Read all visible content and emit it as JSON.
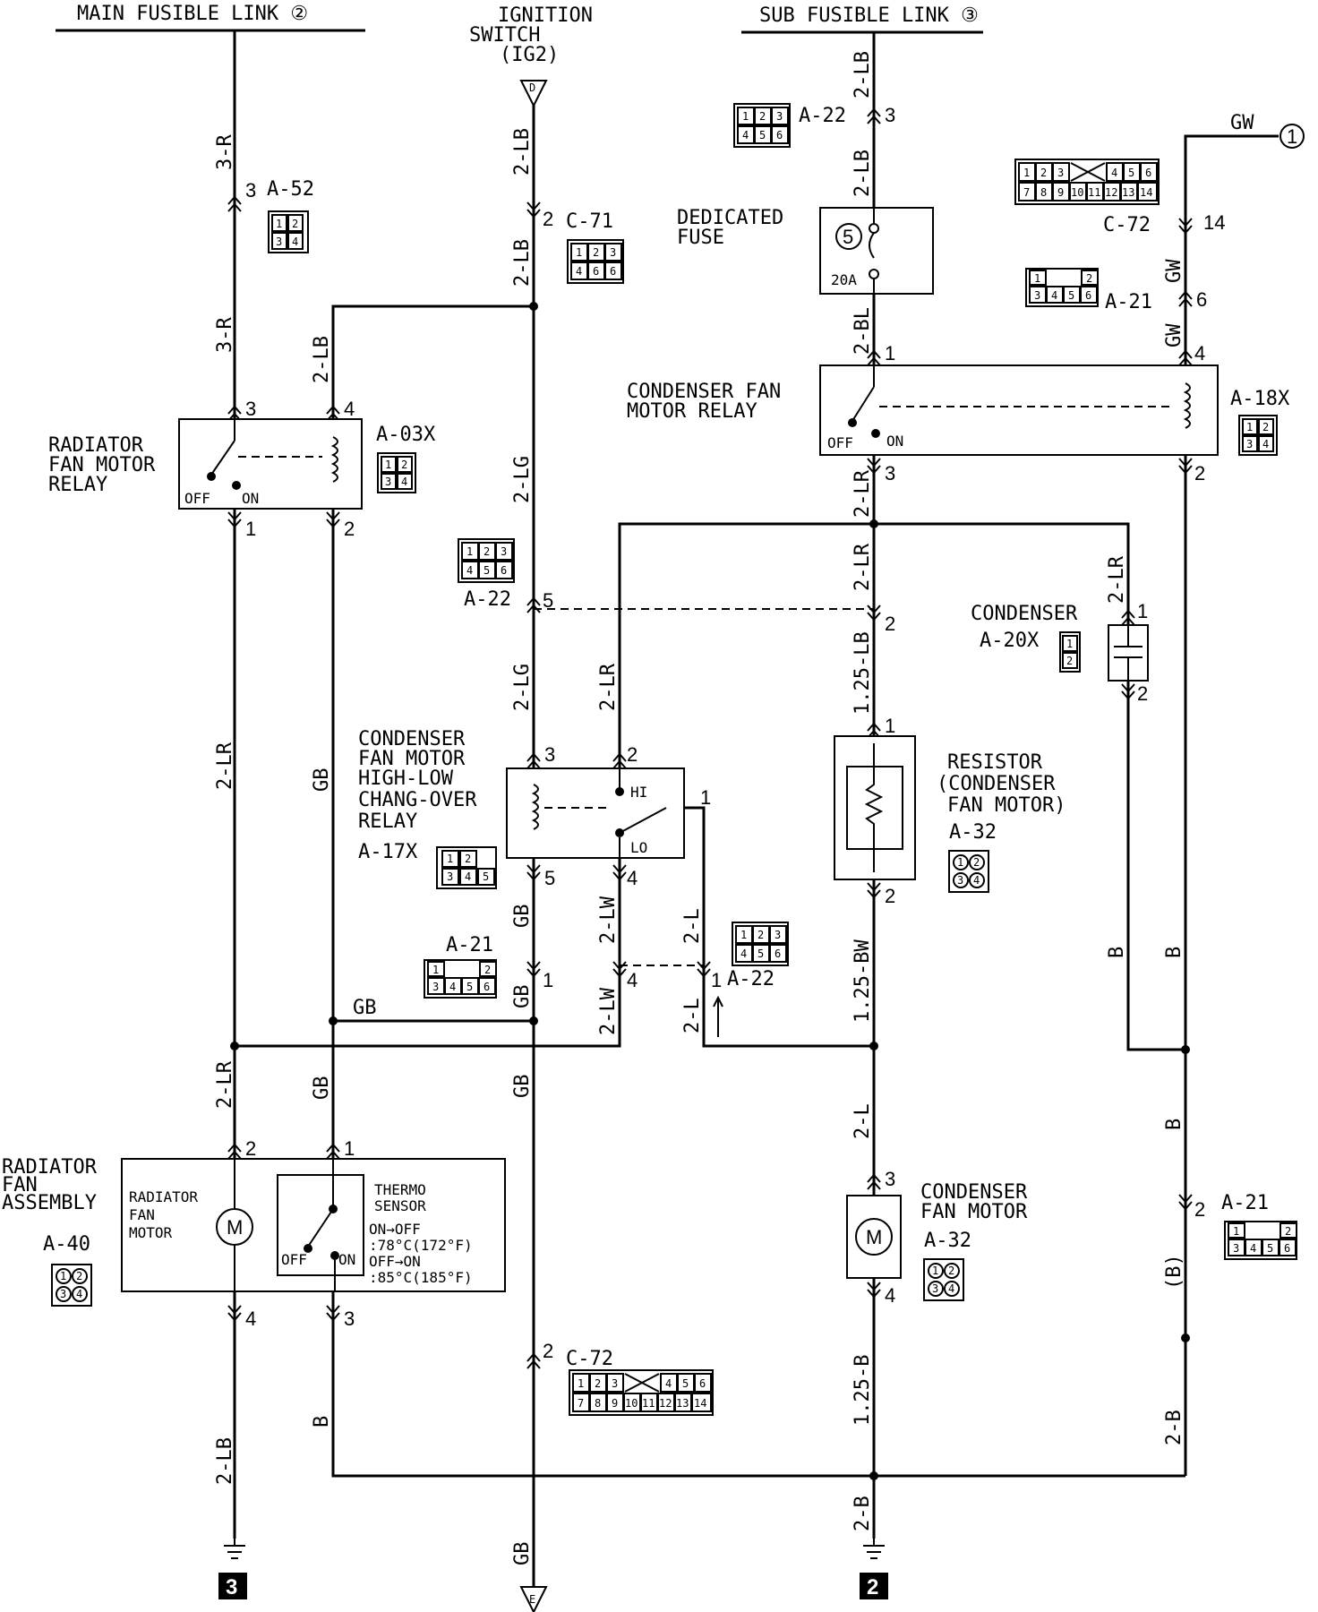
{
  "headers": {
    "main_fusible": "MAIN FUSIBLE LINK ②",
    "ignition_1": "IGNITION",
    "ignition_2": "SWITCH",
    "ignition_3": "(IG2)",
    "sub_fusible": "SUB FUSIBLE LINK ③"
  },
  "terminals": {
    "top": "D",
    "bottom": "E",
    "gw_ref": "1",
    "gw_wire": "GW"
  },
  "grounds": {
    "left": "3",
    "right": "2"
  },
  "components": {
    "radiator_relay": [
      "RADIATOR",
      "FAN MOTOR",
      "RELAY"
    ],
    "radiator_relay_conn": "A-03X",
    "condenser_relay": [
      "CONDENSER FAN",
      "MOTOR RELAY"
    ],
    "condenser_relay_conn": "A-18X",
    "dedicated_fuse": [
      "DEDICATED",
      "FUSE"
    ],
    "fuse_number": "5",
    "fuse_rating": "20A",
    "hilo_relay": [
      "CONDENSER",
      "FAN MOTOR",
      "HIGH-LOW",
      "CHANG-OVER",
      "RELAY"
    ],
    "hilo_relay_conn": "A-17X",
    "resistor": [
      "RESISTOR",
      "(CONDENSER",
      "FAN MOTOR)"
    ],
    "resistor_conn": "A-32",
    "condenser": "CONDENSER",
    "condenser_conn": "A-20X",
    "condenser_motor": [
      "CONDENSER",
      "FAN MOTOR"
    ],
    "condenser_motor_conn": "A-32",
    "radiator_assembly": [
      "RADIATOR",
      "FAN",
      "ASSEMBLY"
    ],
    "radiator_assembly_conn": "A-40",
    "radiator_motor": [
      "RADIATOR",
      "FAN",
      "MOTOR"
    ],
    "thermo": [
      "THERMO",
      "SENSOR"
    ],
    "thermo_spec": [
      "ON→OFF",
      ":78°C(172°F)",
      "OFF→ON",
      ":85°C(185°F)"
    ],
    "motor_symbol": "M",
    "off": "OFF",
    "on": "ON",
    "hi": "HI",
    "lo": "LO"
  },
  "connectors": {
    "a52": "A-52",
    "c71": "C-71",
    "a22": "A-22",
    "c72": "C-72",
    "a21": "A-21"
  },
  "wires": {
    "r3": "3-R",
    "lb2": "2-LB",
    "lg2": "2-LG",
    "lr2": "2-LR",
    "gb": "GB",
    "bl2": "2-BL",
    "gw": "GW",
    "lb125": "1.25-LB",
    "bw125": "1.25-BW",
    "l2": "2-L",
    "lw2": "2-LW",
    "b": "B",
    "b_paren": "(B)",
    "b2": "2-B",
    "b125": "1.25-B"
  },
  "connector_faces": {
    "c72_top": [
      "1",
      "2",
      "3",
      "4",
      "5",
      "6"
    ],
    "c72_bottom": [
      "7",
      "8",
      "9",
      "10",
      "11",
      "12",
      "13",
      "14"
    ],
    "six_top": [
      "1",
      "2",
      "3"
    ],
    "six_bottom": [
      "4",
      "5",
      "6"
    ],
    "a21_top": [
      "1",
      "2"
    ],
    "a21_bottom": [
      "3",
      "4",
      "5",
      "6"
    ],
    "quad_top": [
      "1",
      "2"
    ],
    "quad_bottom": [
      "3",
      "4"
    ],
    "a17_top": [
      "1",
      "2"
    ],
    "a17_bottom": [
      "3",
      "4",
      "5"
    ],
    "pair": [
      "1",
      "2"
    ]
  }
}
